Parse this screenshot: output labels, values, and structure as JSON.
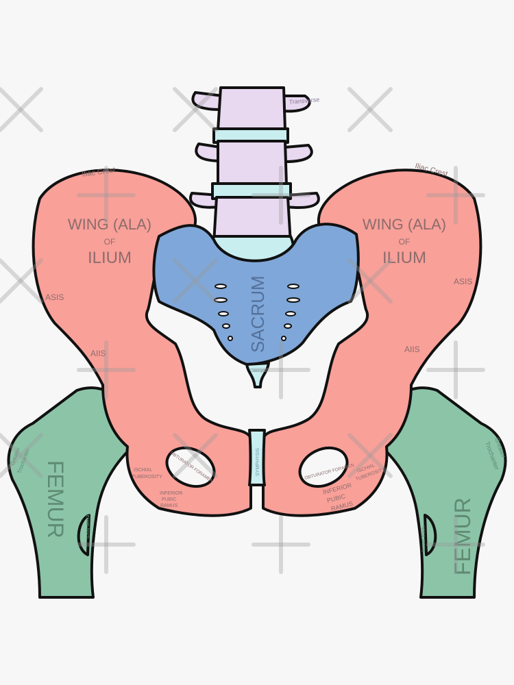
{
  "colors": {
    "background": "#f7f7f7",
    "hip_bone": "#f9a099",
    "sacrum": "#7fa7d9",
    "vertebrae": "#e8d8f0",
    "cartilage": "#c8eef0",
    "femur": "#8cc4a8",
    "outline": "#111111"
  },
  "labels": {
    "transverse": "Transverse",
    "iliac_crest_left": "Iliac Crest",
    "iliac_crest_right": "Iliac Crest",
    "wing_left_1": "WING (ALA)",
    "wing_left_2": "OF",
    "wing_left_3": "ILIUM",
    "wing_right_1": "WING (ALA)",
    "wing_right_2": "OF",
    "wing_right_3": "ILIUM",
    "asis_left": "ASIS",
    "asis_right": "ASIS",
    "aiis_left": "AIIS",
    "aiis_right": "AIIS",
    "sacrum": "SACRUM",
    "coccyx": "Coccyx",
    "symphysis": "SYMPHYSIS",
    "obturator_left": "OBTURATOR FORAMEN",
    "obturator_right": "OBTURATOR FORAMEN",
    "ischial_left_1": "ISCHIAL",
    "ischial_left_2": "TUBEROSITY",
    "ischial_right_1": "ISCHIAL",
    "ischial_right_2": "TUBEROSITY",
    "ipr_left_1": "INFERIOR",
    "ipr_left_2": "PUBIC",
    "ipr_left_3": "RAMUS",
    "ipr_right_1": "INFERIOR",
    "ipr_right_2": "PUBIC",
    "ipr_right_3": "RAMUS",
    "greater_troch_left_1": "Greater",
    "greater_troch_left_2": "Trochanter",
    "greater_troch_right_1": "Greater",
    "greater_troch_right_2": "Trochanter",
    "femur_left": "FEMUR",
    "femur_right": "FEMUR",
    "lesser_troch_left": "lesser troch.",
    "lesser_troch_right": "lesser troch."
  }
}
